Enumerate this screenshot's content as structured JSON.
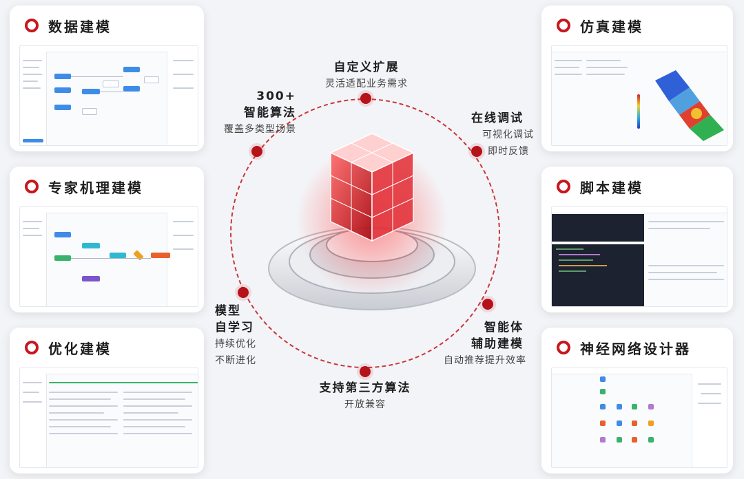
{
  "cards": {
    "data_modeling": "数据建模",
    "expert_modeling": "专家机理建模",
    "optimization_modeling": "优化建模",
    "simulation_modeling": "仿真建模",
    "script_modeling": "脚本建模",
    "neural_net_designer": "神经网络设计器"
  },
  "features": {
    "custom_extension": {
      "title": "自定义扩展",
      "subtitle": "灵活适配业务需求"
    },
    "online_debug": {
      "title": "在线调试",
      "sub1": "可视化调试",
      "sub2": "即时反馈"
    },
    "algorithms": {
      "title1": "300+",
      "title2": "智能算法",
      "subtitle": "覆盖多类型场景"
    },
    "self_learning": {
      "title1": "模型",
      "title2": "自学习",
      "sub1": "持续优化",
      "sub2": "不断进化"
    },
    "agent_assist": {
      "title1": "智能体",
      "title2": "辅助建模",
      "subtitle": "自动推荐提升效率"
    },
    "third_party": {
      "title": "支持第三方算法",
      "subtitle": "开放兼容"
    }
  },
  "colors": {
    "accent": "#c8161d",
    "background": "#f3f4f7"
  }
}
